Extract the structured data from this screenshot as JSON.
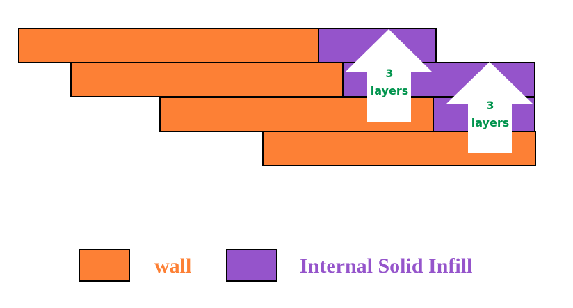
{
  "colors": {
    "wall": "#fd8035",
    "infill": "#9554cb",
    "arrow_fill": "#ffffff",
    "arrow_text": "#00944d",
    "outline": "#000000"
  },
  "arrows": [
    {
      "number": "3",
      "unit": "layers",
      "icon": "up-arrow-icon"
    },
    {
      "number": "3",
      "unit": "layers",
      "icon": "up-arrow-icon"
    }
  ],
  "legend": [
    {
      "key": "wall",
      "label": "wall"
    },
    {
      "key": "infill",
      "label": "Internal Solid Infill"
    }
  ]
}
